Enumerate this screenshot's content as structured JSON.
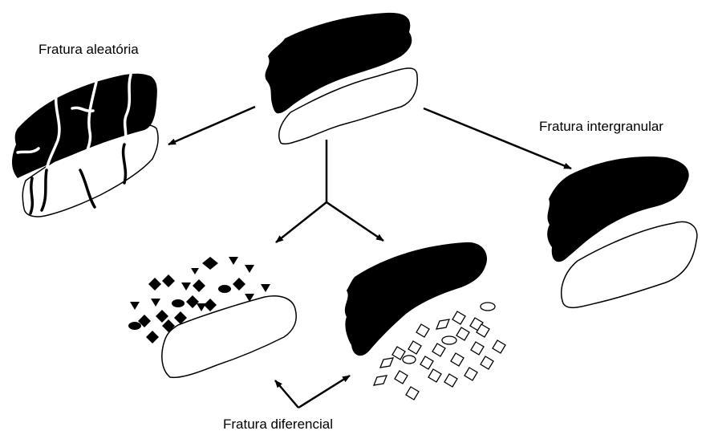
{
  "labels": {
    "random": "Fratura aleatória",
    "intergranular": "Fratura intergranular",
    "differential": "Fratura diferencial"
  },
  "colors": {
    "ink": "#000000",
    "paper": "#ffffff"
  }
}
